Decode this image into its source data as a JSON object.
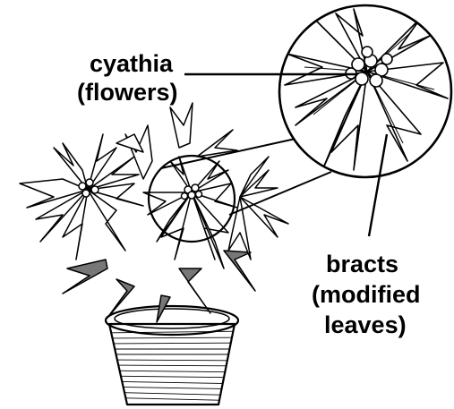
{
  "diagram": {
    "labels": {
      "cyathia_line1": "cyathia",
      "cyathia_line2": "(flowers)",
      "bracts_line1": "bracts",
      "bracts_line2": "(modified",
      "bracts_line3": "leaves)"
    }
  }
}
